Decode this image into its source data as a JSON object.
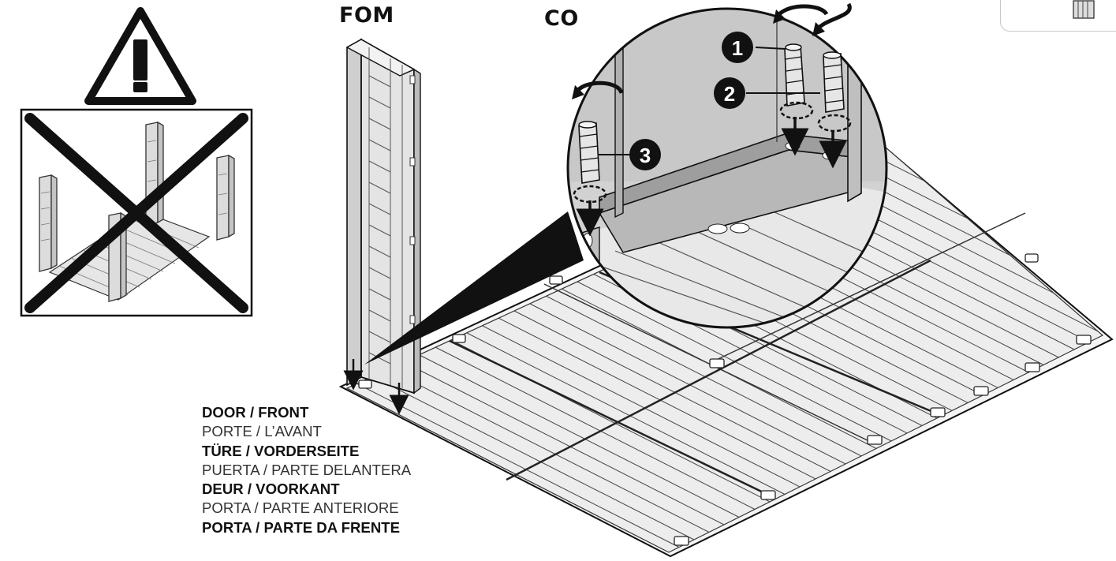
{
  "labels": {
    "panel": "FOM",
    "connector": "CO"
  },
  "callouts": [
    "1",
    "2",
    "3"
  ],
  "legend": [
    {
      "text": "DOOR / FRONT",
      "emphasis": "bold"
    },
    {
      "text": "PORTE / L’AVANT",
      "emphasis": "light"
    },
    {
      "text": "TÜRE / VORDERSEITE",
      "emphasis": "bold"
    },
    {
      "text": "PUERTA / PARTE DELANTERA",
      "emphasis": "light"
    },
    {
      "text": "DEUR / VOORKANT",
      "emphasis": "bold"
    },
    {
      "text": "PORTA / PARTE ANTERIORE",
      "emphasis": "light"
    },
    {
      "text": "PORTA / PARTE DA FRENTE",
      "emphasis": "bold"
    }
  ],
  "icons": {
    "warning": "warning-triangle-icon",
    "prohibited": "crossed-out-assembly-icon",
    "rotate": "rotate-arrow-icon",
    "insert": "down-arrow-icon"
  },
  "colors": {
    "ink": "#111111",
    "floor": "#ececec",
    "panel": "#d6d6d6",
    "zoom_bg": "#d2d2d2"
  }
}
